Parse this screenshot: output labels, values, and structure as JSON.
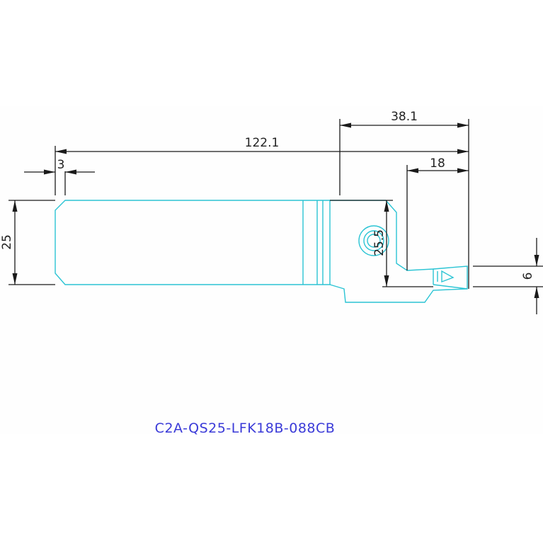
{
  "dimensions": {
    "overall_length": "122.1",
    "head_length": "38.1",
    "head_width": "18",
    "chamfer": "3",
    "shank_height": "25",
    "height": "25.5",
    "cut_width": "6"
  },
  "part_number": "C2A-QS25-LFK18B-088CB",
  "colors": {
    "outline": "#2bc4d4",
    "dimension": "#1a1a1a",
    "label": "#3a3ad8"
  }
}
